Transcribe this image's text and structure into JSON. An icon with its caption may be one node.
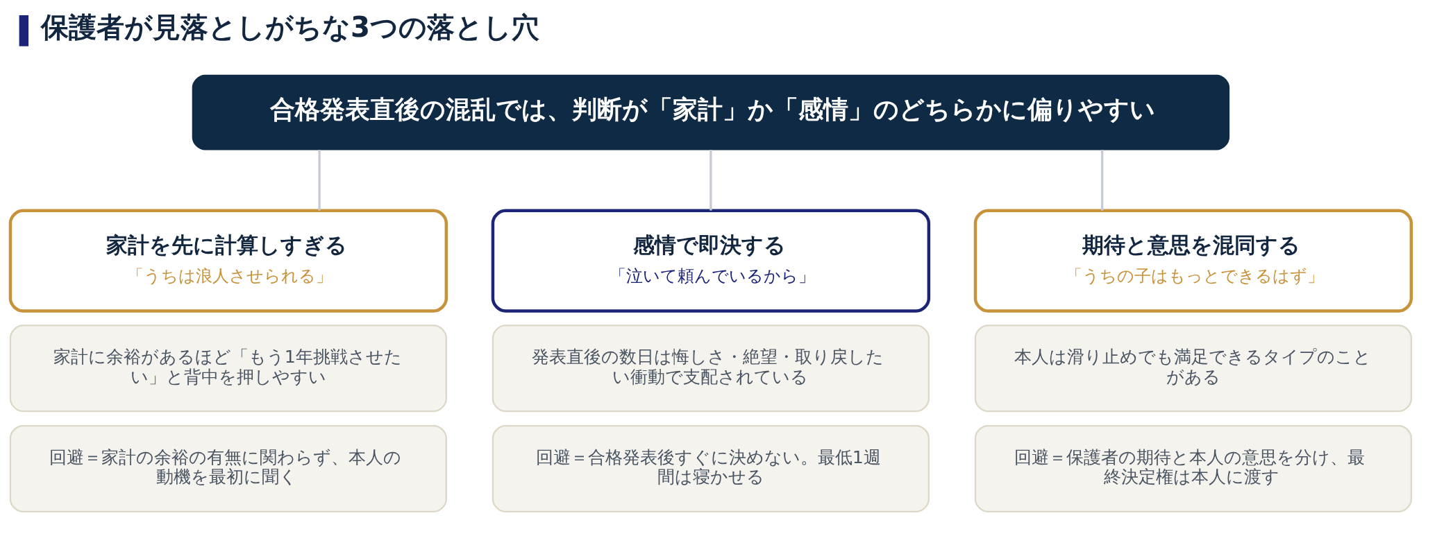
{
  "diagram": {
    "title": "保護者が見落としがちな3つの落とし穴",
    "nodes": [
      {
        "text": [
          "合格発表直後の混乱では、判断が「家計」か「感情」のどちらかに偏りやすい"
        ]
      },
      {
        "text": [
          "家計を先に計算しすぎる",
          "「うちは浪人させられる」"
        ]
      },
      {
        "text": [
          "家計に余裕があるほど「もう1年挑戦させたい」と背中を押しやすい"
        ]
      },
      {
        "text": [
          "回避＝家計の余裕の有無に関わらず、本人の動機を最初に聞く"
        ]
      },
      {
        "text": [
          "感情で即決する",
          "「泣いて頼んでいるから」"
        ]
      },
      {
        "text": [
          "発表直後の数日は悔しさ・絶望・取り戻したい衝動で支配されている"
        ]
      },
      {
        "text": [
          "回避＝合格発表後すぐに決めない。最低1週間は寝かせる"
        ]
      },
      {
        "text": [
          "期待と意思を混同する",
          "「うちの子はもっとできるはず」"
        ]
      },
      {
        "text": [
          "本人は滑り止めでも満足できるタイプのことがある"
        ]
      },
      {
        "text": [
          "回避＝保護者の期待と本人の意思を分け、最終決定権は本人に渡す"
        ]
      }
    ],
    "edges": [
      {
        "from": 0,
        "to": 1,
        "arrow": "none"
      },
      {
        "from": 0,
        "to": 4,
        "arrow": "none"
      },
      {
        "from": 0,
        "to": 7,
        "arrow": "none"
      }
    ]
  }
}
